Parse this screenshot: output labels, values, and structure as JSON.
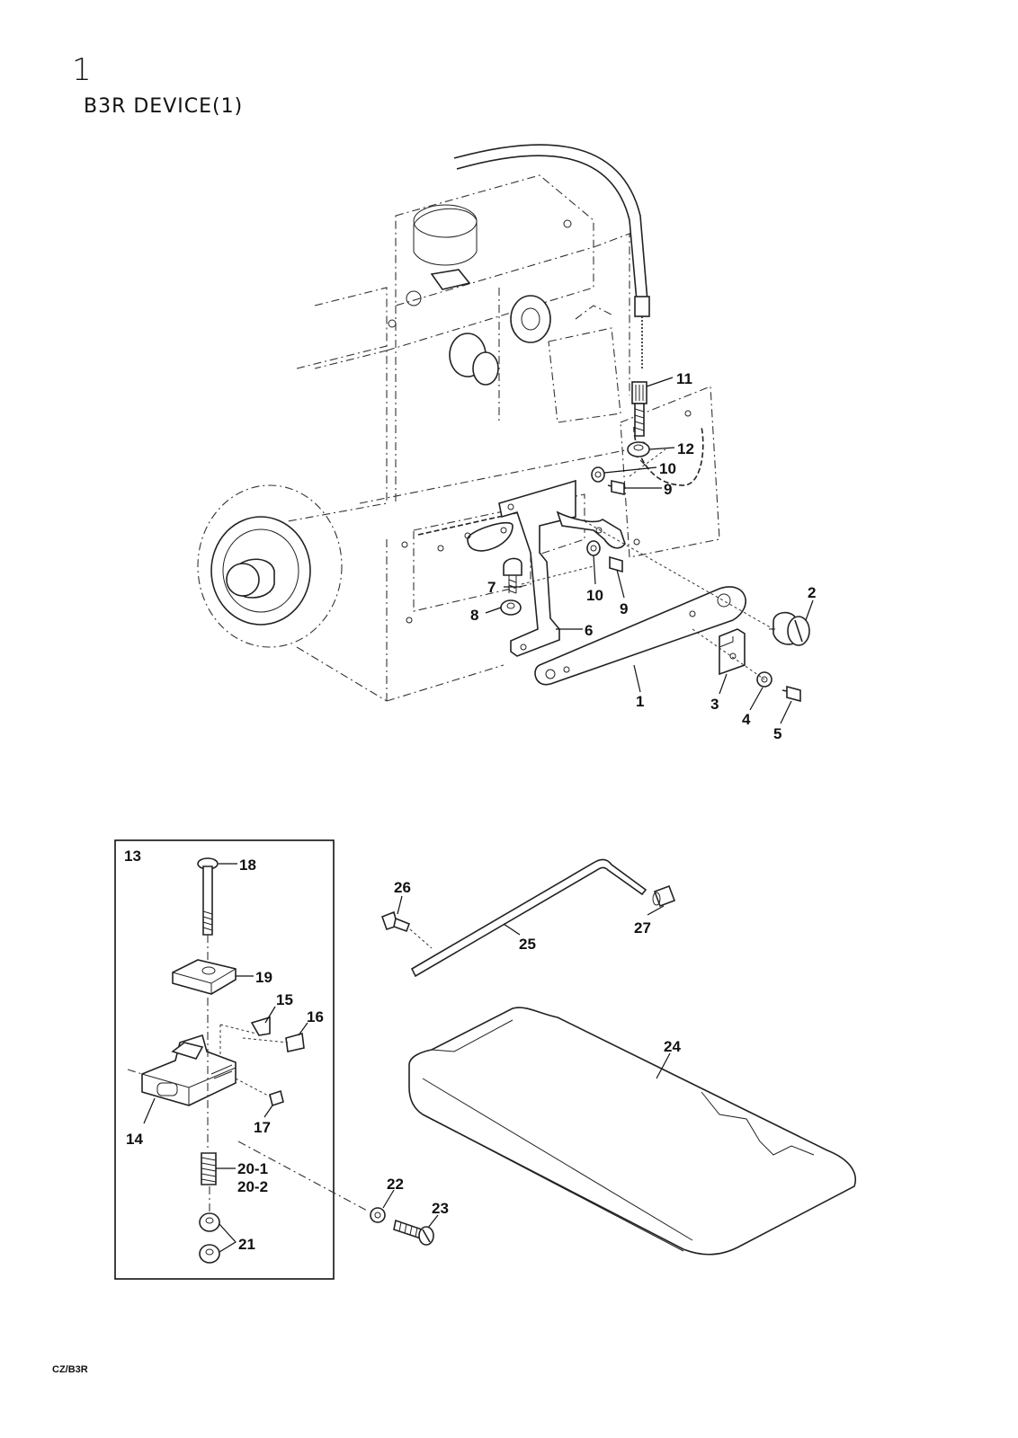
{
  "page": {
    "number": "1",
    "title": "B3R DEVICE(1)",
    "footer_code": "CZ/B3R"
  },
  "callouts": [
    "1",
    "2",
    "3",
    "4",
    "5",
    "6",
    "7",
    "8",
    "9",
    "10",
    "11",
    "12",
    "13",
    "14",
    "15",
    "16",
    "17",
    "18",
    "19",
    "20-1",
    "20-2",
    "21",
    "22",
    "23",
    "24",
    "25",
    "26",
    "27"
  ],
  "labels": {
    "p1": "1",
    "p2": "2",
    "p3": "3",
    "p4": "4",
    "p5": "5",
    "p6": "6",
    "p7": "7",
    "p8": "8",
    "p9a": "9",
    "p9b": "9",
    "p10a": "10",
    "p10b": "10",
    "p11": "11",
    "p12": "12",
    "p13": "13",
    "p14": "14",
    "p15": "15",
    "p16": "16",
    "p17": "17",
    "p18": "18",
    "p19": "19",
    "p20_1": "20-1",
    "p20_2": "20-2",
    "p21": "21",
    "p22": "22",
    "p23": "23",
    "p24": "24",
    "p25": "25",
    "p26": "26",
    "p27": "27"
  }
}
